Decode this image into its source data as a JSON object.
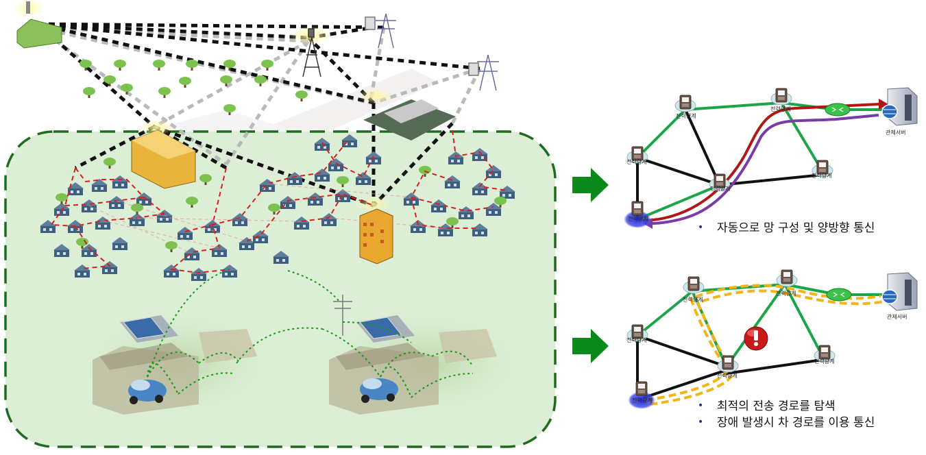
{
  "left_scene": {
    "description_icons": [
      "meter-house-icon",
      "power-tower-icon",
      "antenna-icon",
      "solar-house-icon",
      "ev-car-icon",
      "apartment-icon"
    ]
  },
  "top_diagram": {
    "node_label": "전력량계",
    "server_label": "관제서버",
    "bullets": [
      "자동으로 망 구성 및 양방향 통신"
    ]
  },
  "bottom_diagram": {
    "node_label": "전력량계",
    "server_label": "관제서버",
    "bullets": [
      "최적의 전송 경로를 탐색",
      "장애 발생시 차 경로를 이용 통신"
    ]
  },
  "colors": {
    "mesh_green": "#1aa648",
    "link_black": "#111111",
    "route_red": "#b01818",
    "route_purple": "#7a3aa8",
    "route_yellow": "#f2b418",
    "arrow_green": "#0a8a1a",
    "region_fill": "#dcefd6",
    "region_border": "#1f6b1f",
    "bullet_blue": "#1f2f8f"
  }
}
